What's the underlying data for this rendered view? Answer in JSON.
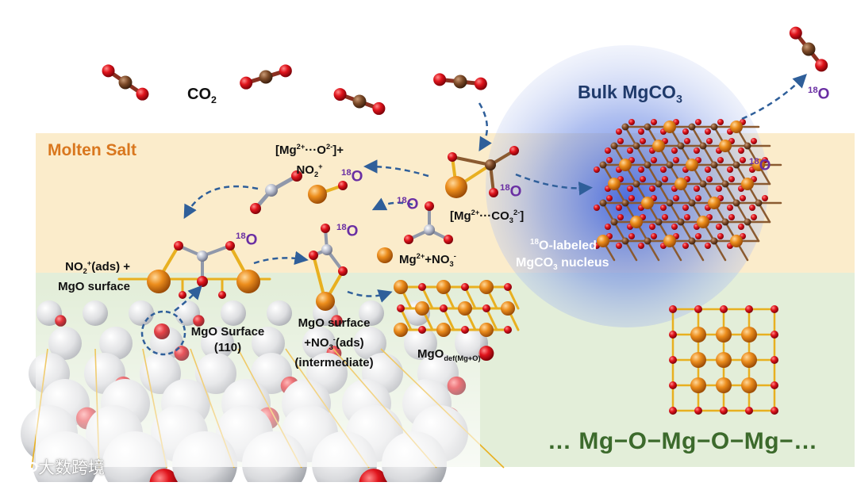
{
  "regions": {
    "molten_salt": "Molten Salt",
    "bulk_title": "Bulk MgCO",
    "bulk_sub": "3"
  },
  "labels": {
    "co2_main": "CO",
    "co2_sub": "2",
    "iso_mass": "18",
    "iso_elem": "O",
    "mg_no2_a": "[Mg",
    "mg_no2_sup1": "2+",
    "mg_no2_b": "···O",
    "mg_no2_sup2": "2-",
    "mg_no2_c": "]+",
    "no2_a": "NO",
    "no2_sub": "2",
    "no2_sup": "+",
    "mg_co3_a": "[Mg",
    "mg_co3_sup1": "2+",
    "mg_co3_b": "···CO",
    "mg_co3_sub": "3",
    "mg_co3_sup2": "2-",
    "mg_co3_c": "]",
    "mg_no3_a": "Mg",
    "mg_no3_sup1": "2+",
    "mg_no3_b": "+NO",
    "mg_no3_sub": "3",
    "mg_no3_sup2": "-",
    "nucleus_a": "O-labeled",
    "nucleus_b": "MgCO",
    "nucleus_sub": "3",
    "nucleus_c": " nucleus",
    "no2ads_a": "NO",
    "no2ads_sub": "2",
    "no2ads_sup": "+",
    "no2ads_b": "(ads) +",
    "no2ads_line2": "MgO surface",
    "mgo110_line1": "MgO Surface",
    "mgo110_line2": "(110)",
    "mgono3_line1": "MgO surface",
    "mgono3_a": "+NO",
    "mgono3_sub": "3",
    "mgono3_sup": "-",
    "mgono3_b": "(ads)",
    "mgono3_line3": "(intermediate)",
    "mgodef_main": "MgO",
    "mgodef_sub": "def(Mg+O)",
    "chain": "… Mg−O−Mg−O−Mg−…",
    "watermark": "大数跨境"
  },
  "colors": {
    "molten_band": "#fbeccb",
    "mgo_band": "#e3eed9",
    "magnesium": "#e58a1a",
    "oxygen": "#d8141c",
    "carbon": "#7a4a2a",
    "nitrogen": "#a8adbf",
    "bond": "#e8b020",
    "isotope": "#6a2fa3",
    "arrow": "#2f5f9a",
    "chain_text": "#3c6a2c",
    "molten_text": "#d9771e",
    "bulk_text": "#1f3a6b"
  }
}
